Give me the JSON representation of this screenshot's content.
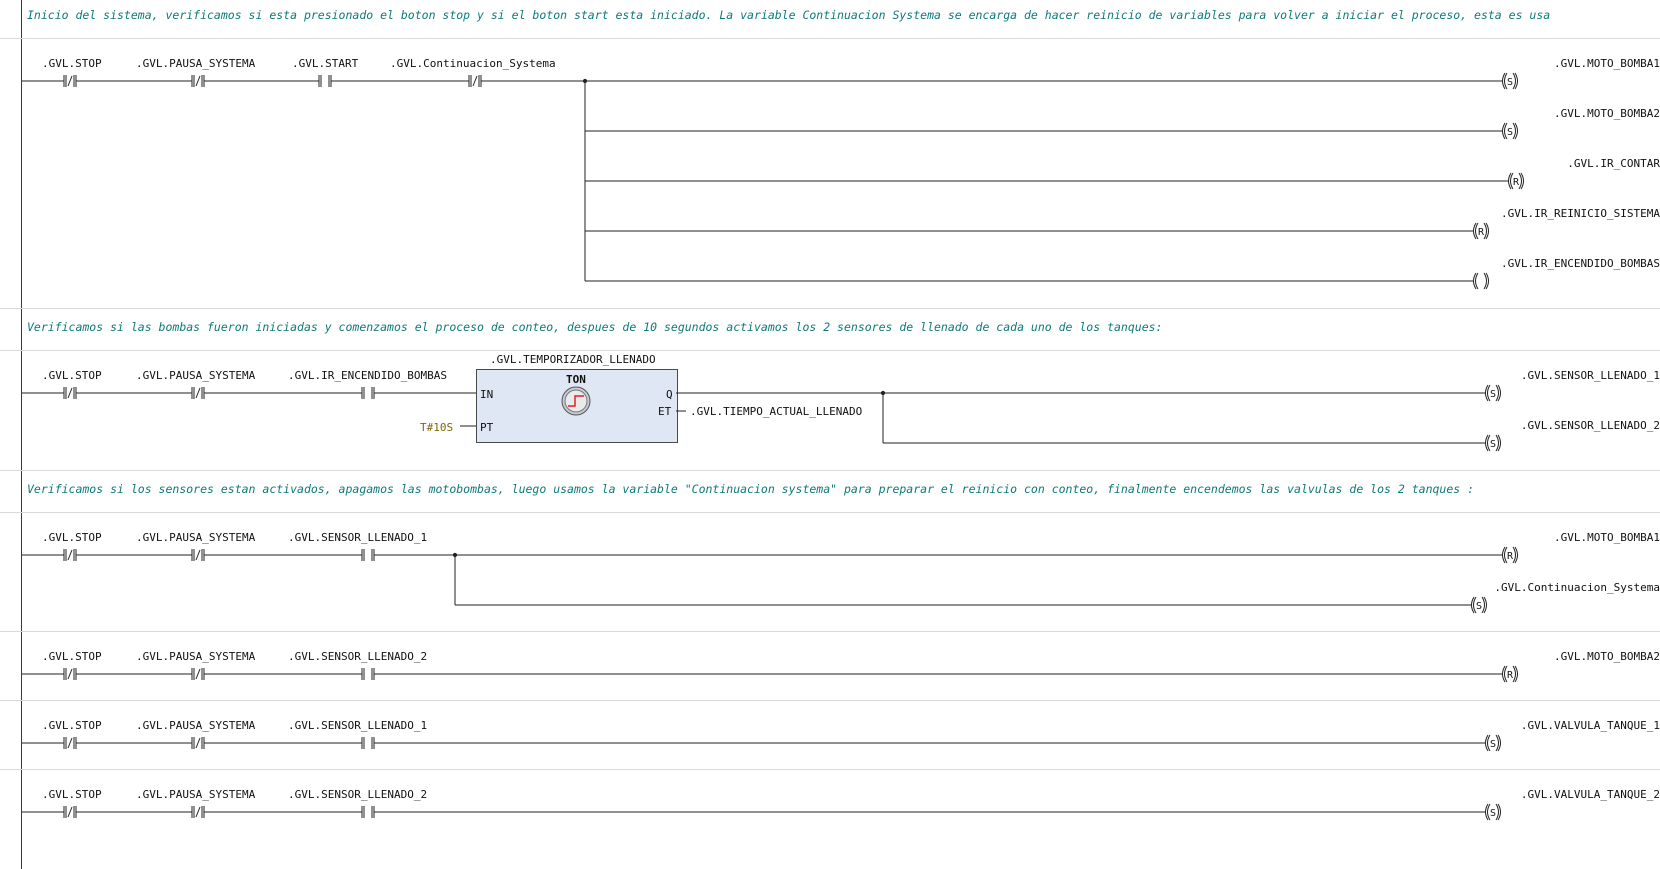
{
  "comments": {
    "c1": "Inicio del sistema, verificamos si esta presionado el boton stop y si el boton start esta iniciado. La variable Continuacion Systema se encarga de hacer reinicio de variables para volver a iniciar el proceso, esta es usa",
    "c2": "Verificamos si las bombas fueron iniciadas y comenzamos el proceso de conteo, despues de 10 segundos activamos los 2 sensores de llenado de cada uno de los tanques:",
    "c3": "Verificamos si los sensores estan activados, apagamos las motobombas, luego usamos la variable \"Continuacion systema\" para preparar el reinicio con conteo, finalmente encendemos las valvulas de los 2 tanques :"
  },
  "rungs": [
    {
      "contacts": [
        {
          "name": ".GVL.STOP",
          "type": "NC"
        },
        {
          "name": ".GVL.PAUSA_SYSTEMA",
          "type": "NC"
        },
        {
          "name": ".GVL.START",
          "type": "NO"
        },
        {
          "name": ".GVL.Continuacion_Systema",
          "type": "NC"
        }
      ],
      "coils": [
        {
          "name": ".GVL.MOTO_BOMBA1",
          "type": "S"
        },
        {
          "name": ".GVL.MOTO_BOMBA2",
          "type": "S"
        },
        {
          "name": ".GVL.IR_CONTAR",
          "type": "R"
        },
        {
          "name": ".GVL.IR_REINICIO_SISTEMA",
          "type": "R"
        },
        {
          "name": ".GVL.IR_ENCENDIDO_BOMBAS",
          "type": ""
        }
      ]
    },
    {
      "contacts": [
        {
          "name": ".GVL.STOP",
          "type": "NC"
        },
        {
          "name": ".GVL.PAUSA_SYSTEMA",
          "type": "NC"
        },
        {
          "name": ".GVL.IR_ENCENDIDO_BOMBAS",
          "type": "NO"
        }
      ],
      "fb": {
        "instance": ".GVL.TEMPORIZADOR_LLENADO",
        "type": "TON",
        "in_pin": "IN",
        "pt_pin": "PT",
        "q_pin": "Q",
        "et_pin": "ET",
        "pt_value": "T#10S",
        "et_var": ".GVL.TIEMPO_ACTUAL_LLENADO"
      },
      "coils": [
        {
          "name": ".GVL.SENSOR_LLENADO_1",
          "type": "S"
        },
        {
          "name": ".GVL.SENSOR_LLENADO_2",
          "type": "S"
        }
      ]
    },
    {
      "contacts": [
        {
          "name": ".GVL.STOP",
          "type": "NC"
        },
        {
          "name": ".GVL.PAUSA_SYSTEMA",
          "type": "NC"
        },
        {
          "name": ".GVL.SENSOR_LLENADO_1",
          "type": "NO"
        }
      ],
      "coils": [
        {
          "name": ".GVL.MOTO_BOMBA1",
          "type": "R"
        },
        {
          "name": ".GVL.Continuacion_Systema",
          "type": "S"
        }
      ]
    },
    {
      "contacts": [
        {
          "name": ".GVL.STOP",
          "type": "NC"
        },
        {
          "name": ".GVL.PAUSA_SYSTEMA",
          "type": "NC"
        },
        {
          "name": ".GVL.SENSOR_LLENADO_2",
          "type": "NO"
        }
      ],
      "coils": [
        {
          "name": ".GVL.MOTO_BOMBA2",
          "type": "R"
        }
      ]
    },
    {
      "contacts": [
        {
          "name": ".GVL.STOP",
          "type": "NC"
        },
        {
          "name": ".GVL.PAUSA_SYSTEMA",
          "type": "NC"
        },
        {
          "name": ".GVL.SENSOR_LLENADO_1",
          "type": "NO"
        }
      ],
      "coils": [
        {
          "name": ".GVL.VALVULA_TANQUE_1",
          "type": "S"
        }
      ]
    },
    {
      "contacts": [
        {
          "name": ".GVL.STOP",
          "type": "NC"
        },
        {
          "name": ".GVL.PAUSA_SYSTEMA",
          "type": "NC"
        },
        {
          "name": ".GVL.SENSOR_LLENADO_2",
          "type": "NO"
        }
      ],
      "coils": [
        {
          "name": ".GVL.VALVULA_TANQUE_2",
          "type": "S"
        }
      ]
    }
  ]
}
